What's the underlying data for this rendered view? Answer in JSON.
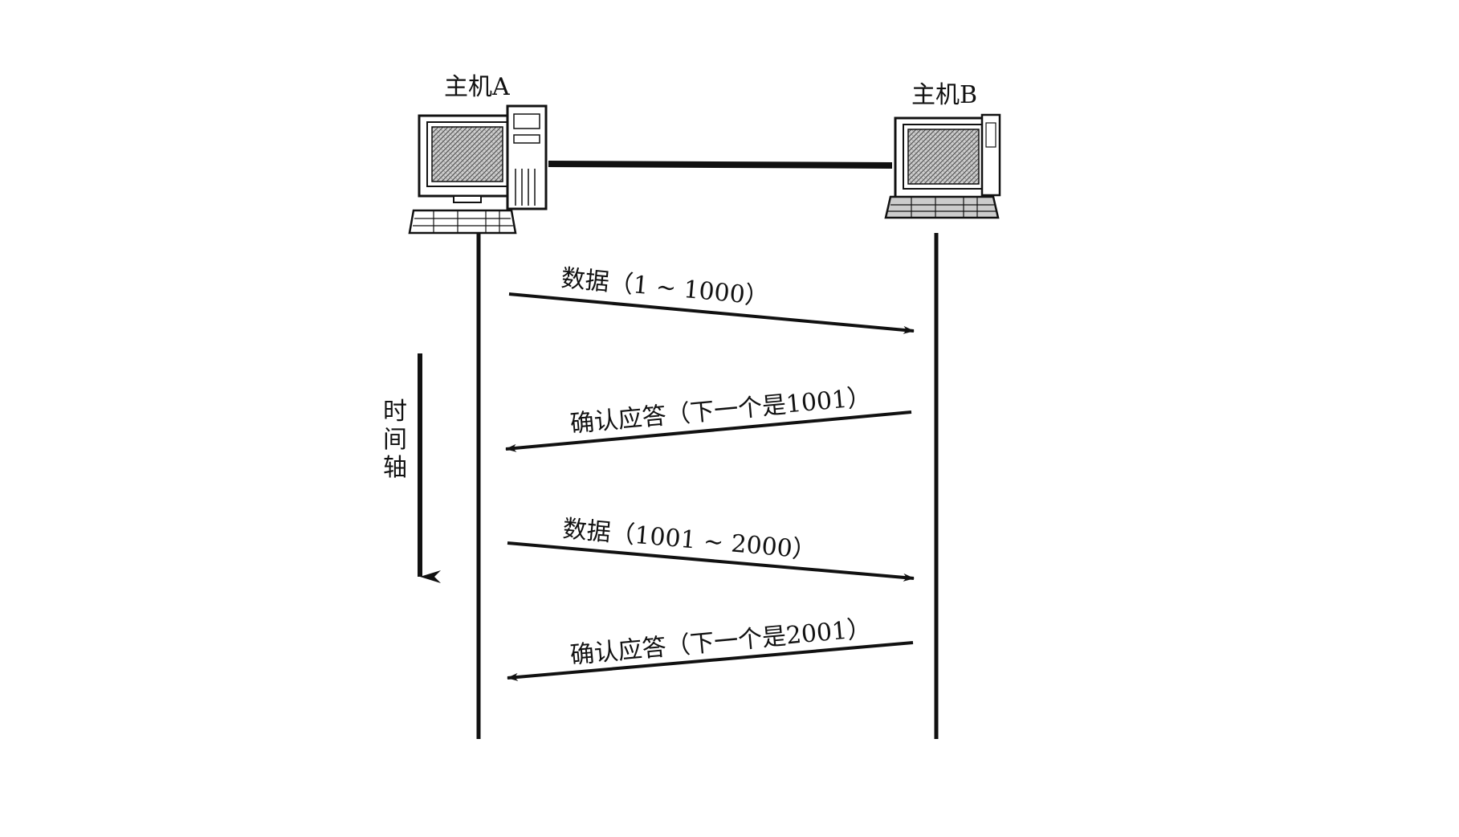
{
  "hosts": {
    "a": {
      "label": "主机A",
      "icon": "desktop-computer-icon"
    },
    "b": {
      "label": "主机B",
      "icon": "desktop-computer-icon"
    }
  },
  "time_axis": {
    "label": [
      "时",
      "间",
      "轴"
    ]
  },
  "messages": [
    {
      "direction": "A-to-B",
      "label": "数据（1 ~ 1000）"
    },
    {
      "direction": "B-to-A",
      "label": "确认应答（下一个是1001）"
    },
    {
      "direction": "A-to-B",
      "label": "数据（1001 ~ 2000）"
    },
    {
      "direction": "B-to-A",
      "label": "确认应答（下一个是2001）"
    }
  ],
  "colors": {
    "ink": "#111111",
    "screen": "#9a9a9a",
    "background": "#ffffff"
  }
}
